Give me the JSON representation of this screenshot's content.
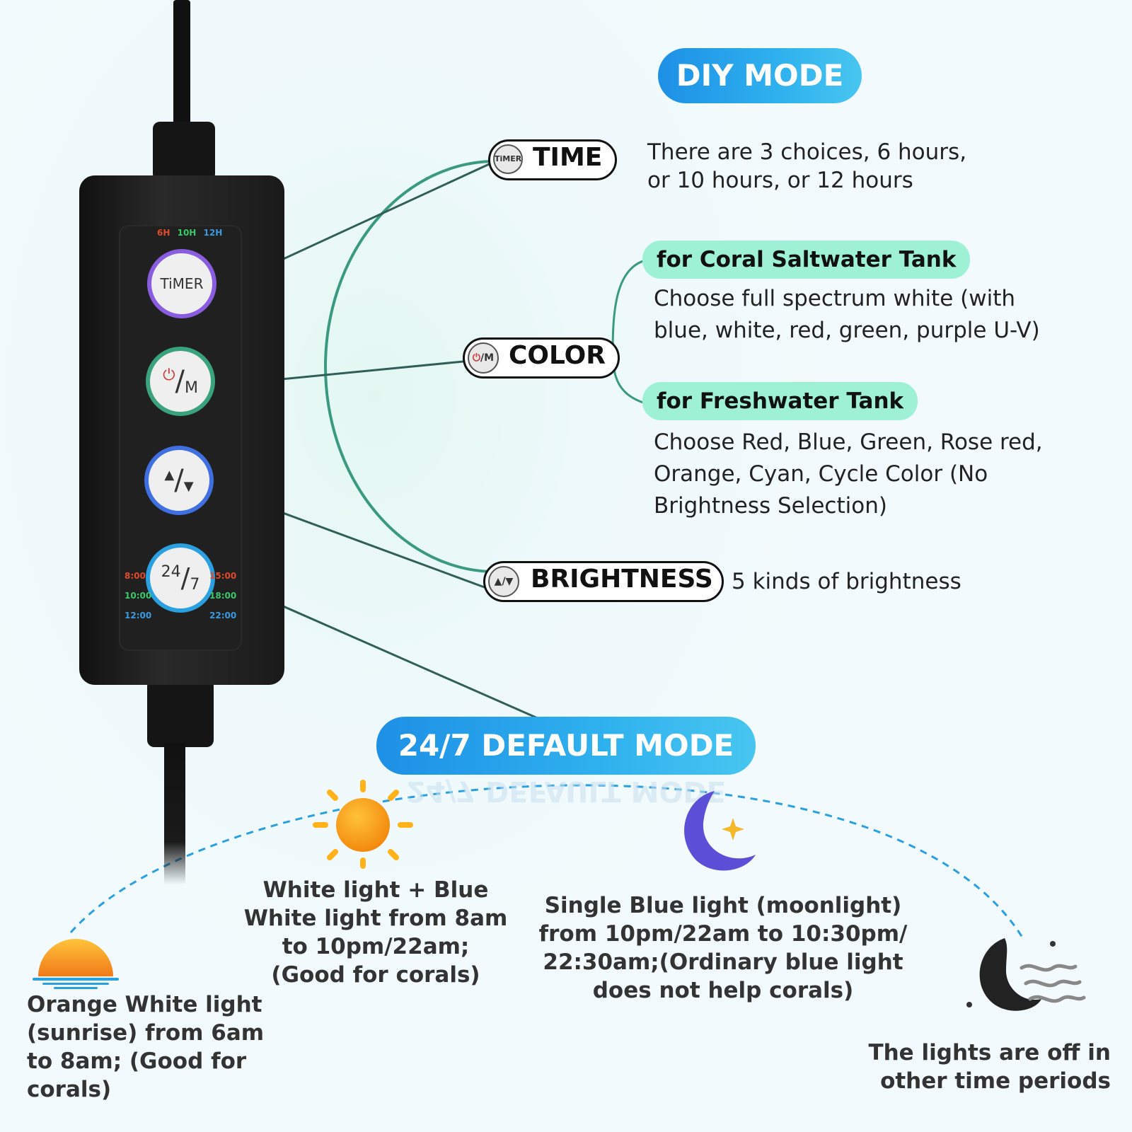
{
  "diy": {
    "title": "DIY MODE",
    "time": {
      "label": "TIME",
      "button": "TiMER",
      "desc_line1": "There are 3 choices, 6 hours,",
      "desc_line2": "or 10 hours, or 12 hours"
    },
    "color": {
      "label": "COLOR",
      "button": "M",
      "coral_title": "for Coral Saltwater Tank",
      "coral_line1": "Choose full spectrum white (with",
      "coral_line2": "blue, white, red, green, purple U-V)",
      "fresh_title": "for Freshwater Tank",
      "fresh_line1": "Choose Red, Blue, Green, Rose red,",
      "fresh_line2": "Orange, Cyan, Cycle Color (No",
      "fresh_line3": "Brightness Selection)"
    },
    "brightness": {
      "label": "BRIGHTNESS",
      "desc": "5 kinds of brightness"
    }
  },
  "default_mode": {
    "title": "24/7 DEFAULT MODE",
    "periods": [
      {
        "icon": "sunrise-icon",
        "lines": [
          "Orange White light",
          "(sunrise) from 6am",
          "to 8am; (Good for",
          "corals)"
        ]
      },
      {
        "icon": "sun-icon",
        "lines": [
          "White light + Blue",
          "White light from 8am",
          "to 10pm/22am;",
          "(Good for corals)"
        ]
      },
      {
        "icon": "moon-icon",
        "lines": [
          "Single Blue light (moonlight)",
          "from 10pm/22am to 10:30pm/",
          "22:30am;(Ordinary blue light",
          "does not help corals)"
        ]
      },
      {
        "icon": "dark-moon-icon",
        "lines": [
          "The lights are off in",
          "other time periods"
        ]
      }
    ]
  },
  "controller": {
    "timer_indicators": [
      "6H",
      "10H",
      "12H"
    ],
    "timer_button": "TiMER",
    "mode_button": "M",
    "clock_button_top": "24",
    "clock_button_bottom": "7",
    "left_times": [
      "8:00",
      "10:00",
      "12:00"
    ],
    "right_times": [
      "15:00",
      "18:00",
      "22:00"
    ],
    "colors": {
      "timer_ring": "#8a5ce0",
      "mode_ring": "#3aa37e",
      "bright_ring": "#3f6fe0",
      "clock_ring": "#2aa0e0"
    }
  }
}
